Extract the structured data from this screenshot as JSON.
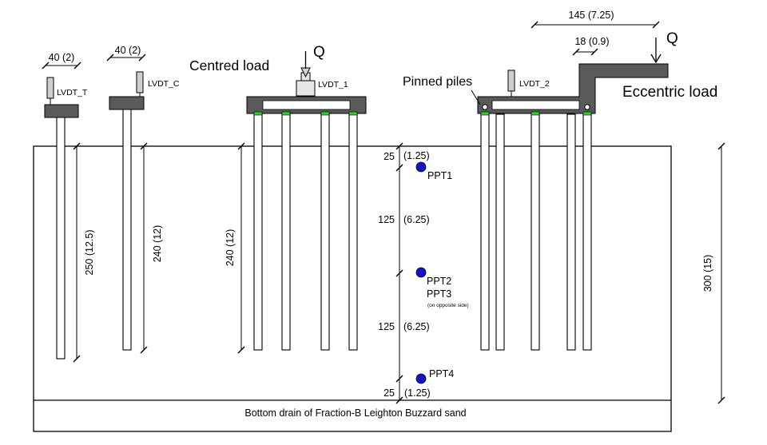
{
  "loads": {
    "q_symbol": "Q",
    "centred_label": "Centred load",
    "eccentric_label": "Eccentric load",
    "pinned_label": "Pinned piles"
  },
  "lvdts": {
    "t": "LVDT_T",
    "c": "LVDT_C",
    "one": "LVDT_1",
    "two": "LVDT_2"
  },
  "dims": {
    "cap_t_width": "40 (2)",
    "cap_c_width": "40 (2)",
    "eccentricity": "145 (7.25)",
    "pin_offset": "18 (0.9)",
    "pile_t_length": "250 (12.5)",
    "pile_c_length": "240 (12)",
    "group_pile_length": "240 (12)",
    "box_depth": "300 (15)",
    "seg1": "25",
    "seg1_m": "(1.25)",
    "seg2": "125",
    "seg2_m": "(6.25)",
    "seg3": "125",
    "seg3_m": "(6.25)",
    "seg4": "25",
    "seg4_m": "(1.25)"
  },
  "ppts": {
    "p1": "PPT1",
    "p2": "PPT2",
    "p3": "PPT3",
    "p3_note": "(on opposite side)",
    "p4": "PPT4"
  },
  "base": {
    "drain_label": "Bottom drain of Fraction-B Leighton Buzzard sand"
  }
}
